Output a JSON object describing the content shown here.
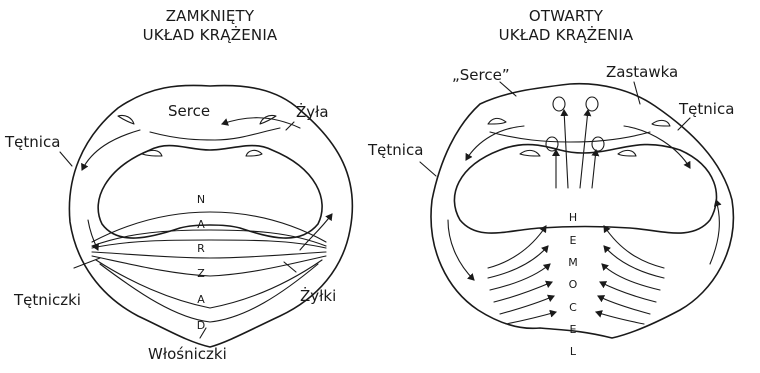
{
  "closed": {
    "title_line1": "ZAMKNIĘTY",
    "title_line2": "UKŁAD KRĄŻENIA",
    "heart": "Serce",
    "vein": "Żyła",
    "artery": "Tętnica",
    "arterioles": "Tętniczki",
    "venules": "Żyłki",
    "capillaries": "Włośniczki",
    "letters": [
      "N",
      "A",
      "R",
      "Z",
      "A",
      "D"
    ]
  },
  "open": {
    "title_line1": "OTWARTY",
    "title_line2": "UKŁAD KRĄŻENIA",
    "heart": "„Serce”",
    "valve": "Zastawka",
    "artery_right": "Tętnica",
    "artery_left": "Tętnica",
    "letters": [
      "H",
      "E",
      "M",
      "O",
      "C",
      "E",
      "L"
    ]
  }
}
